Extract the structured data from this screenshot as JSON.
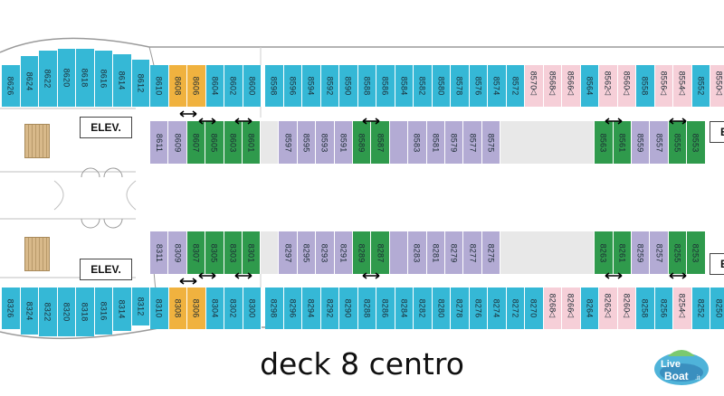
{
  "title": "deck 8 centro",
  "elevator_label": "ELEV.",
  "logo_text": "LiveBoat.it",
  "colors": {
    "outside": "#35b8d6",
    "highlighted": "#f0b23f",
    "accessible": "#f6cfd8",
    "inside": "#b3abd4",
    "balcony": "#2f9a4c"
  },
  "upper_outer_bow": [
    "8626",
    "8624",
    "8622",
    "8620",
    "8618",
    "8616",
    "8614",
    "8612"
  ],
  "upper_outer": [
    {
      "n": "8610",
      "t": "outside"
    },
    {
      "n": "8608",
      "t": "highlighted"
    },
    {
      "n": "8606",
      "t": "highlighted"
    },
    {
      "n": "8604",
      "t": "outside"
    },
    {
      "n": "8602",
      "t": "outside"
    },
    {
      "n": "8600",
      "t": "outside"
    },
    {
      "n": "8598",
      "t": "outside"
    },
    {
      "n": "8596",
      "t": "outside"
    },
    {
      "n": "8594",
      "t": "outside"
    },
    {
      "n": "8592",
      "t": "outside"
    },
    {
      "n": "8590",
      "t": "outside"
    },
    {
      "n": "8588",
      "t": "outside"
    },
    {
      "n": "8586",
      "t": "outside"
    },
    {
      "n": "8584",
      "t": "outside"
    },
    {
      "n": "8582",
      "t": "outside"
    },
    {
      "n": "8580",
      "t": "outside"
    },
    {
      "n": "8578",
      "t": "outside"
    },
    {
      "n": "8576",
      "t": "outside"
    },
    {
      "n": "8574",
      "t": "outside"
    },
    {
      "n": "8572",
      "t": "outside"
    },
    {
      "n": "8570",
      "t": "accessible"
    },
    {
      "n": "8568",
      "t": "accessible"
    },
    {
      "n": "8566",
      "t": "accessible"
    },
    {
      "n": "8564",
      "t": "outside"
    },
    {
      "n": "8562",
      "t": "accessible"
    },
    {
      "n": "8560",
      "t": "accessible"
    },
    {
      "n": "8558",
      "t": "outside"
    },
    {
      "n": "8556",
      "t": "accessible"
    },
    {
      "n": "8554",
      "t": "accessible"
    },
    {
      "n": "8552",
      "t": "outside"
    },
    {
      "n": "8550",
      "t": "accessible"
    }
  ],
  "upper_inner": [
    {
      "n": "8611",
      "t": "inside"
    },
    {
      "n": "8609",
      "t": "inside"
    },
    {
      "n": "8607",
      "t": "balcony"
    },
    {
      "n": "8605",
      "t": "balcony"
    },
    {
      "n": "8603",
      "t": "balcony"
    },
    {
      "n": "8601",
      "t": "balcony"
    },
    {
      "n": "",
      "t": "gap"
    },
    {
      "n": "8597",
      "t": "inside"
    },
    {
      "n": "8595",
      "t": "inside"
    },
    {
      "n": "8593",
      "t": "inside"
    },
    {
      "n": "8591",
      "t": "inside"
    },
    {
      "n": "8589",
      "t": "balcony"
    },
    {
      "n": "8587",
      "t": "balcony"
    },
    {
      "n": "",
      "t": "inside"
    },
    {
      "n": "8583",
      "t": "inside"
    },
    {
      "n": "8581",
      "t": "inside"
    },
    {
      "n": "8579",
      "t": "inside"
    },
    {
      "n": "8577",
      "t": "inside"
    },
    {
      "n": "8575",
      "t": "inside"
    },
    {
      "n": "",
      "t": "gap"
    },
    {
      "n": "8563",
      "t": "balcony"
    },
    {
      "n": "8561",
      "t": "balcony"
    },
    {
      "n": "8559",
      "t": "inside"
    },
    {
      "n": "8557",
      "t": "inside"
    },
    {
      "n": "8555",
      "t": "balcony"
    },
    {
      "n": "8553",
      "t": "balcony"
    }
  ],
  "lower_inner": [
    {
      "n": "8311",
      "t": "inside"
    },
    {
      "n": "8309",
      "t": "inside"
    },
    {
      "n": "8307",
      "t": "balcony"
    },
    {
      "n": "8305",
      "t": "balcony"
    },
    {
      "n": "8303",
      "t": "balcony"
    },
    {
      "n": "8301",
      "t": "balcony"
    },
    {
      "n": "",
      "t": "gap"
    },
    {
      "n": "8297",
      "t": "inside"
    },
    {
      "n": "8295",
      "t": "inside"
    },
    {
      "n": "8293",
      "t": "inside"
    },
    {
      "n": "8291",
      "t": "inside"
    },
    {
      "n": "8289",
      "t": "balcony"
    },
    {
      "n": "8287",
      "t": "balcony"
    },
    {
      "n": "",
      "t": "inside"
    },
    {
      "n": "8283",
      "t": "inside"
    },
    {
      "n": "8281",
      "t": "inside"
    },
    {
      "n": "8279",
      "t": "inside"
    },
    {
      "n": "8277",
      "t": "inside"
    },
    {
      "n": "8275",
      "t": "inside"
    },
    {
      "n": "",
      "t": "gap"
    },
    {
      "n": "8263",
      "t": "balcony"
    },
    {
      "n": "8261",
      "t": "balcony"
    },
    {
      "n": "8259",
      "t": "inside"
    },
    {
      "n": "8257",
      "t": "inside"
    },
    {
      "n": "8255",
      "t": "balcony"
    },
    {
      "n": "8253",
      "t": "balcony"
    }
  ],
  "lower_outer_bow": [
    "8326",
    "8324",
    "8322",
    "8320",
    "8318",
    "8316",
    "8314",
    "8312"
  ],
  "lower_outer": [
    {
      "n": "8310",
      "t": "outside"
    },
    {
      "n": "8308",
      "t": "highlighted"
    },
    {
      "n": "8306",
      "t": "highlighted"
    },
    {
      "n": "8304",
      "t": "outside"
    },
    {
      "n": "8302",
      "t": "outside"
    },
    {
      "n": "8300",
      "t": "outside"
    },
    {
      "n": "8298",
      "t": "outside"
    },
    {
      "n": "8296",
      "t": "outside"
    },
    {
      "n": "8294",
      "t": "outside"
    },
    {
      "n": "8292",
      "t": "outside"
    },
    {
      "n": "8290",
      "t": "outside"
    },
    {
      "n": "8288",
      "t": "outside"
    },
    {
      "n": "8286",
      "t": "outside"
    },
    {
      "n": "8284",
      "t": "outside"
    },
    {
      "n": "8282",
      "t": "outside"
    },
    {
      "n": "8280",
      "t": "outside"
    },
    {
      "n": "8278",
      "t": "outside"
    },
    {
      "n": "8276",
      "t": "outside"
    },
    {
      "n": "8274",
      "t": "outside"
    },
    {
      "n": "8272",
      "t": "outside"
    },
    {
      "n": "8270",
      "t": "outside"
    },
    {
      "n": "8268",
      "t": "accessible"
    },
    {
      "n": "8266",
      "t": "accessible"
    },
    {
      "n": "8264",
      "t": "outside"
    },
    {
      "n": "8262",
      "t": "accessible"
    },
    {
      "n": "8260",
      "t": "accessible"
    },
    {
      "n": "8258",
      "t": "outside"
    },
    {
      "n": "8256",
      "t": "outside"
    },
    {
      "n": "8254",
      "t": "accessible"
    },
    {
      "n": "8252",
      "t": "outside"
    },
    {
      "n": "8250",
      "t": "outside"
    }
  ],
  "right_edge_label": "E"
}
